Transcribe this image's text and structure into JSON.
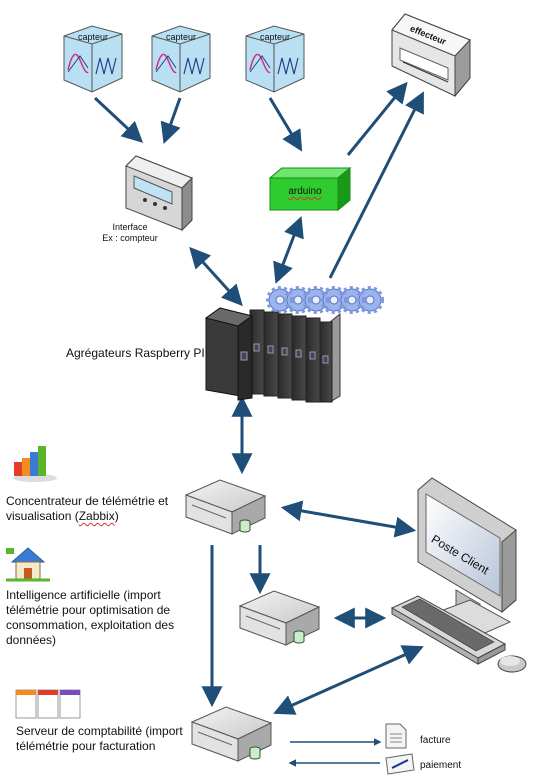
{
  "sensors": [
    "capteur",
    "capteur",
    "capteur"
  ],
  "effector_label": "effecteur",
  "arduino_label": "arduino",
  "interface_label": "Interface",
  "interface_sub": "Ex : compteur",
  "aggregator_label": "Agrégateurs Raspberry PI",
  "concentrator": {
    "line1": "Concentrateur de télémétrie et",
    "line2_a": "visualisation (",
    "line2_b": "Zabbix",
    "line2_c": ")"
  },
  "ai_label": "Intelligence artificielle (import télémétrie pour optimisation de consommation, exploitation des données)",
  "accounting_label": "Serveur de comptabilité (import télémétrie pour facturation",
  "client_label": "Poste Client",
  "facture_label": "facture",
  "paiement_label": "paiement",
  "colors": {
    "arrow": "#1f4e79",
    "arduino": "#2ecc2e",
    "gear": "#8fa8e8"
  }
}
